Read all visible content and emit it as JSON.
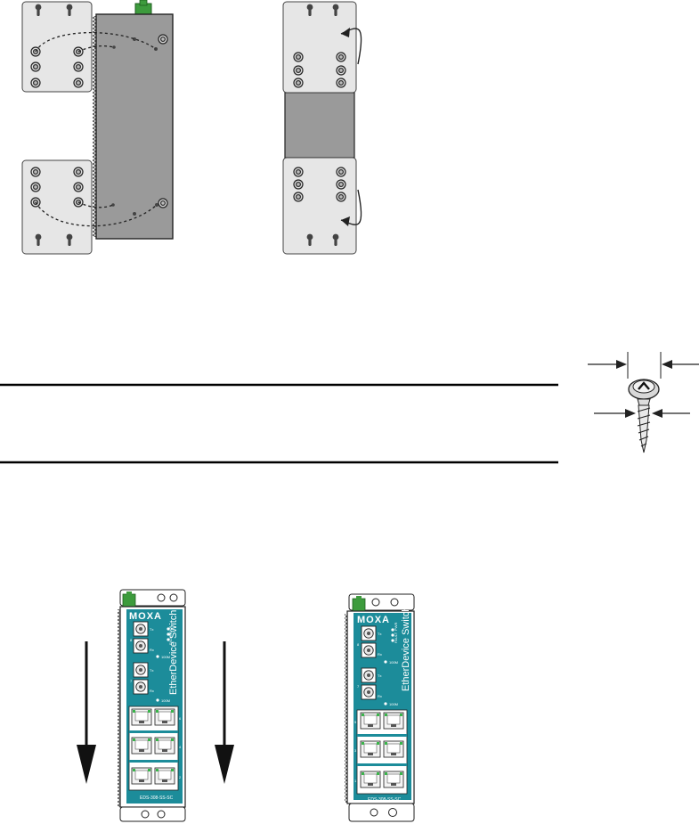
{
  "figure": {
    "device_brand": "MOXA",
    "device_product": "EtherDevice Switch",
    "device_model": "EDS-308-SS-SC",
    "led_labels": [
      "PWR",
      "FAULT"
    ],
    "fiber_port_numbers": [
      "8",
      "7"
    ],
    "fiber_port_labels": [
      "Tx",
      "Rx"
    ],
    "fiber_status_labels": [
      "100M",
      "100M"
    ],
    "rj45_port_numbers": [
      "6",
      "5",
      "4",
      "3",
      "2",
      "1"
    ]
  },
  "colors": {
    "teal_panel": "#1c8c9a",
    "grey_panel": "#9a9a9a",
    "light_panel": "#e6e6e6",
    "terminal_green": "#3d9b3d"
  },
  "icons": [
    "screw-icon",
    "keyhole-slot-icon",
    "down-arrow-icon",
    "rotation-arrow-icon",
    "dimension-arrow-icon"
  ]
}
